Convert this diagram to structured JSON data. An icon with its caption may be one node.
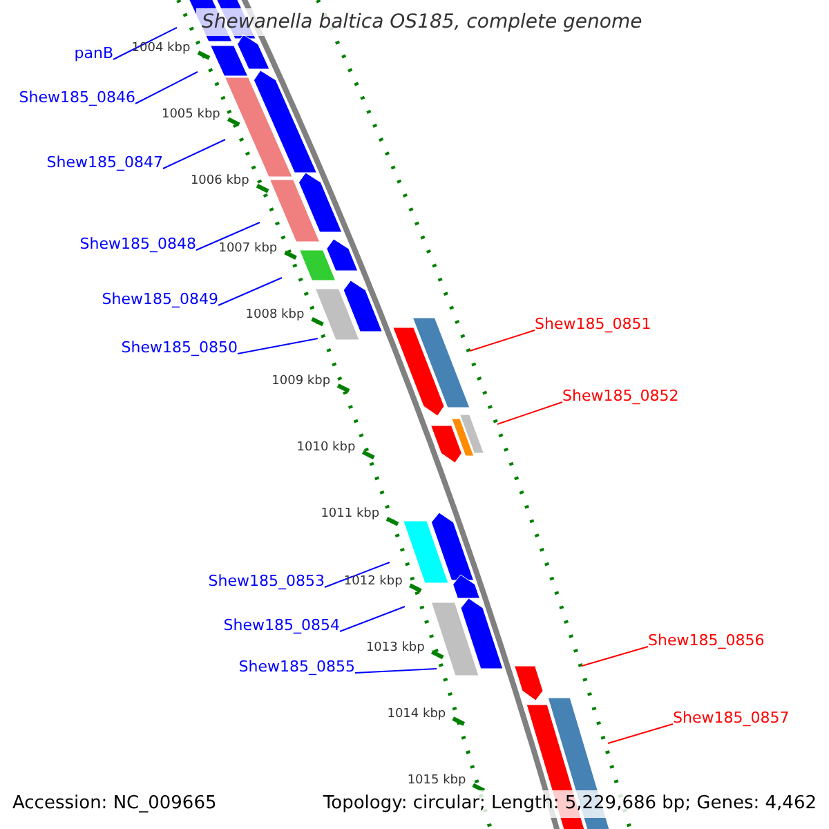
{
  "diagram": {
    "title": "Shewanella baltica OS185, complete genome",
    "nodes": [
      {
        "text": [
          "panB"
        ]
      },
      {
        "text": [
          "Shew185_0846"
        ]
      },
      {
        "text": [
          "Shew185_0847"
        ]
      },
      {
        "text": [
          "Shew185_0848"
        ]
      },
      {
        "text": [
          "Shew185_0849"
        ]
      },
      {
        "text": [
          "Shew185_0850"
        ]
      },
      {
        "text": [
          "Shew185_0851"
        ]
      },
      {
        "text": [
          "Shew185_0852"
        ]
      },
      {
        "text": [
          "Shew185_0853"
        ]
      },
      {
        "text": [
          "Shew185_0854"
        ]
      },
      {
        "text": [
          "Shew185_0855"
        ]
      },
      {
        "text": [
          "Shew185_0856"
        ]
      },
      {
        "text": [
          "Shew185_0857"
        ]
      }
    ],
    "edges": [
      {
        "from": 0,
        "to": null,
        "arrow": "none"
      },
      {
        "from": 1,
        "to": null,
        "arrow": "none"
      },
      {
        "from": 2,
        "to": null,
        "arrow": "none"
      },
      {
        "from": 3,
        "to": null,
        "arrow": "none"
      },
      {
        "from": 4,
        "to": null,
        "arrow": "none"
      },
      {
        "from": 5,
        "to": null,
        "arrow": "none"
      },
      {
        "from": 6,
        "to": null,
        "arrow": "none",
        "color": "#ff0000"
      },
      {
        "from": 7,
        "to": null,
        "arrow": "none",
        "color": "#ff0000"
      },
      {
        "from": 8,
        "to": null,
        "arrow": "none"
      },
      {
        "from": 9,
        "to": null,
        "arrow": "none"
      },
      {
        "from": 10,
        "to": null,
        "arrow": "none"
      },
      {
        "from": 11,
        "to": null,
        "arrow": "none",
        "color": "#ff0000"
      },
      {
        "from": 12,
        "to": null,
        "arrow": "none",
        "color": "#ff0000"
      }
    ],
    "labels": [
      "1004 kbp",
      "1005 kbp",
      "1006 kbp",
      "1007 kbp",
      "1008 kbp",
      "1009 kbp",
      "1010 kbp",
      "1011 kbp",
      "1012 kbp",
      "1013 kbp",
      "1014 kbp",
      "1015 kbp",
      "Accession: NC_009665",
      "Topology: circular; Length: 5,229,686 bp; Genes: 4,462"
    ]
  }
}
